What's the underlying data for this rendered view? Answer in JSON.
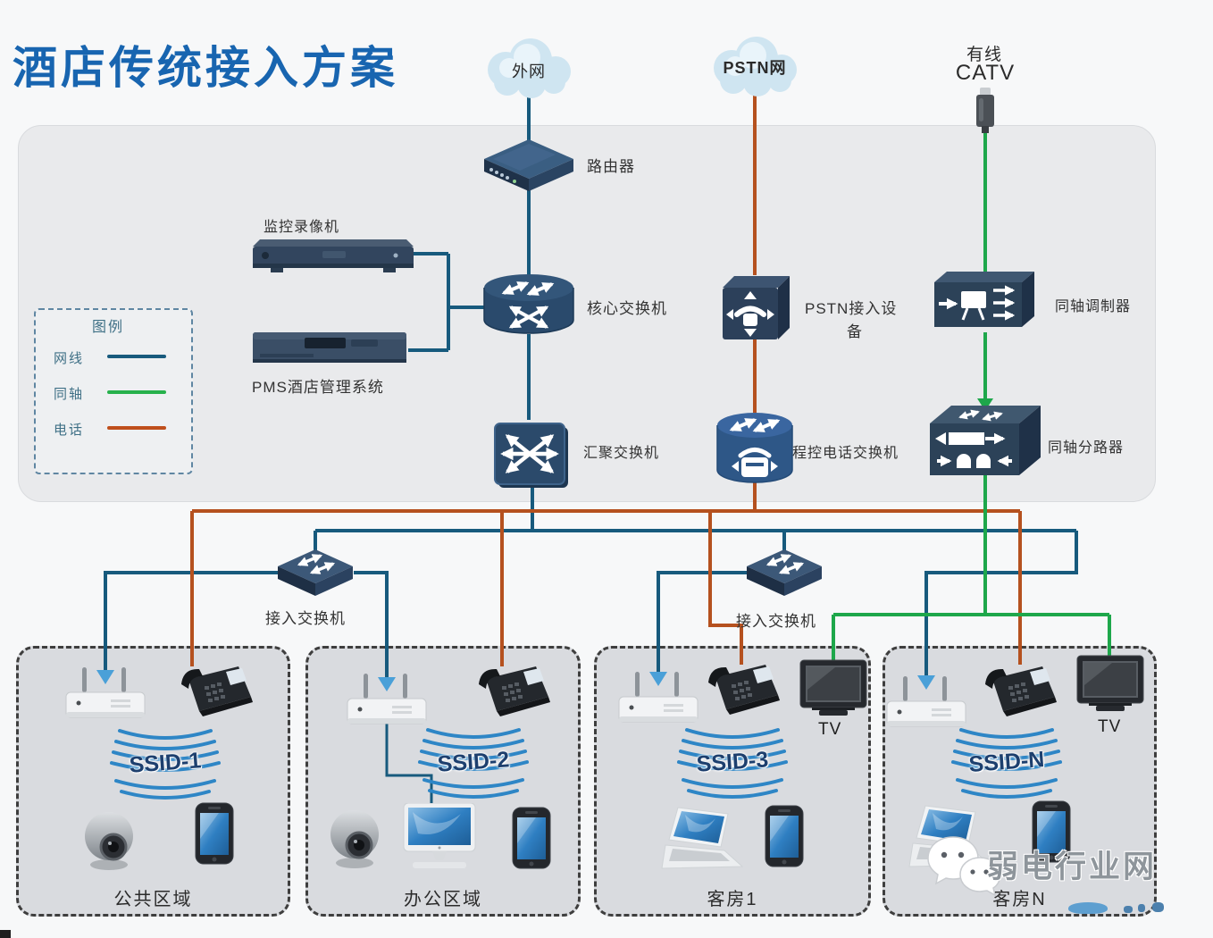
{
  "title": "酒店传统接入方案",
  "clouds": {
    "internet": "外网",
    "pstn": "PSTN网"
  },
  "catv": {
    "line1": "有线",
    "line2": "CATV"
  },
  "legend": {
    "title": "图例",
    "items": [
      {
        "label": "网线",
        "color": "#175a7d"
      },
      {
        "label": "同轴",
        "color": "#27b14c"
      },
      {
        "label": "电话",
        "color": "#bf4f1c"
      }
    ]
  },
  "devices": {
    "router": "路由器",
    "dvr": "监控录像机",
    "pms": "PMS酒店管理系统",
    "core_switch": "核心交换机",
    "pstn_access_l1": "PSTN接入设",
    "pstn_access_l2": "备",
    "coax_modulator": "同轴调制器",
    "agg_switch": "汇聚交换机",
    "pbx": "程控电话交换机",
    "coax_splitter": "同轴分路器",
    "access_switch": "接入交换机"
  },
  "zones": [
    {
      "name": "公共区域",
      "ssid": "SSID-1"
    },
    {
      "name": "办公区域",
      "ssid": "SSID-2"
    },
    {
      "name": "客房1",
      "ssid": "SSID-3",
      "tv_label": "TV"
    },
    {
      "name": "客房N",
      "ssid": "SSID-N",
      "tv_label": "TV"
    }
  ],
  "watermark": "弱电行业网",
  "wire_colors": {
    "network": "#175a7d",
    "coax": "#1ea74b",
    "phone": "#b5511f"
  },
  "accent": {
    "title_blue": "#1865b0",
    "ssid_blue": "#2e86c6"
  }
}
